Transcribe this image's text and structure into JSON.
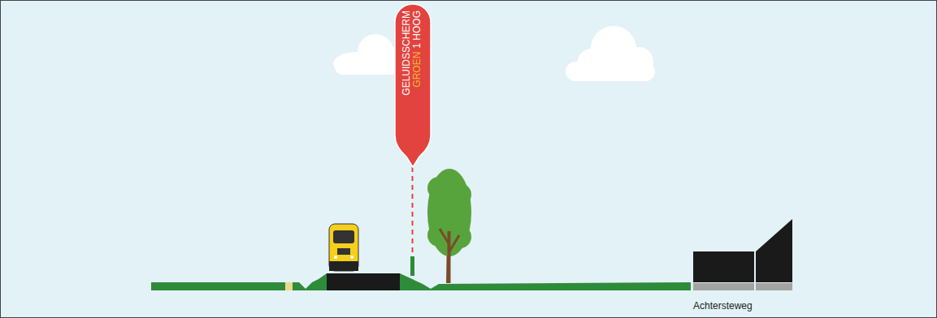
{
  "diagram": {
    "nodes": [
      {
        "text": [
          "GELUIDSSCHERM",
          "GROEN",
          "1 HOOG"
        ]
      }
    ],
    "labels": [
      "Achtersteweg"
    ]
  }
}
